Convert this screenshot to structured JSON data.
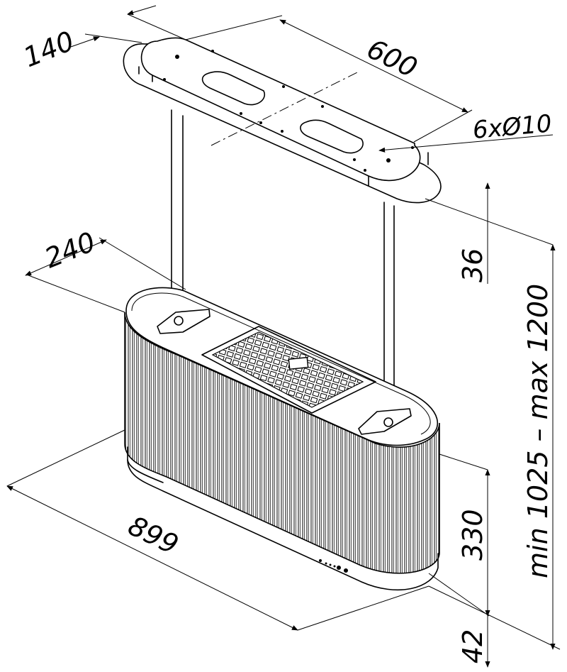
{
  "dimensions": {
    "top_depth": "140",
    "top_length": "600",
    "holes": "6xØ10",
    "top_plate_height": "36",
    "body_depth": "240",
    "total_height_range": "min 1025 – max 1200",
    "body_length": "899",
    "body_height": "330",
    "base_height": "42"
  },
  "colors": {
    "line": "#000000",
    "background": "#ffffff"
  }
}
